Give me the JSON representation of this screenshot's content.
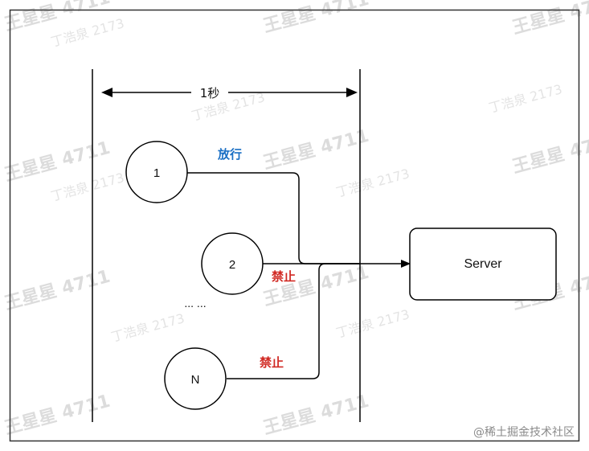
{
  "window_label": "1秒",
  "nodes": [
    {
      "label": "1"
    },
    {
      "label": "2"
    },
    {
      "label": "N"
    }
  ],
  "ellipsis": "... ...",
  "server_label": "Server",
  "labels": {
    "pass": "放行",
    "block_2": "禁止",
    "block_n": "禁止"
  },
  "watermarks": [
    "王星星 4711",
    "丁浩泉 2173"
  ],
  "footer": "@稀土掘金技术社区",
  "colors": {
    "pass": "#1a6fc4",
    "block": "#d12a24",
    "line": "#000000"
  }
}
